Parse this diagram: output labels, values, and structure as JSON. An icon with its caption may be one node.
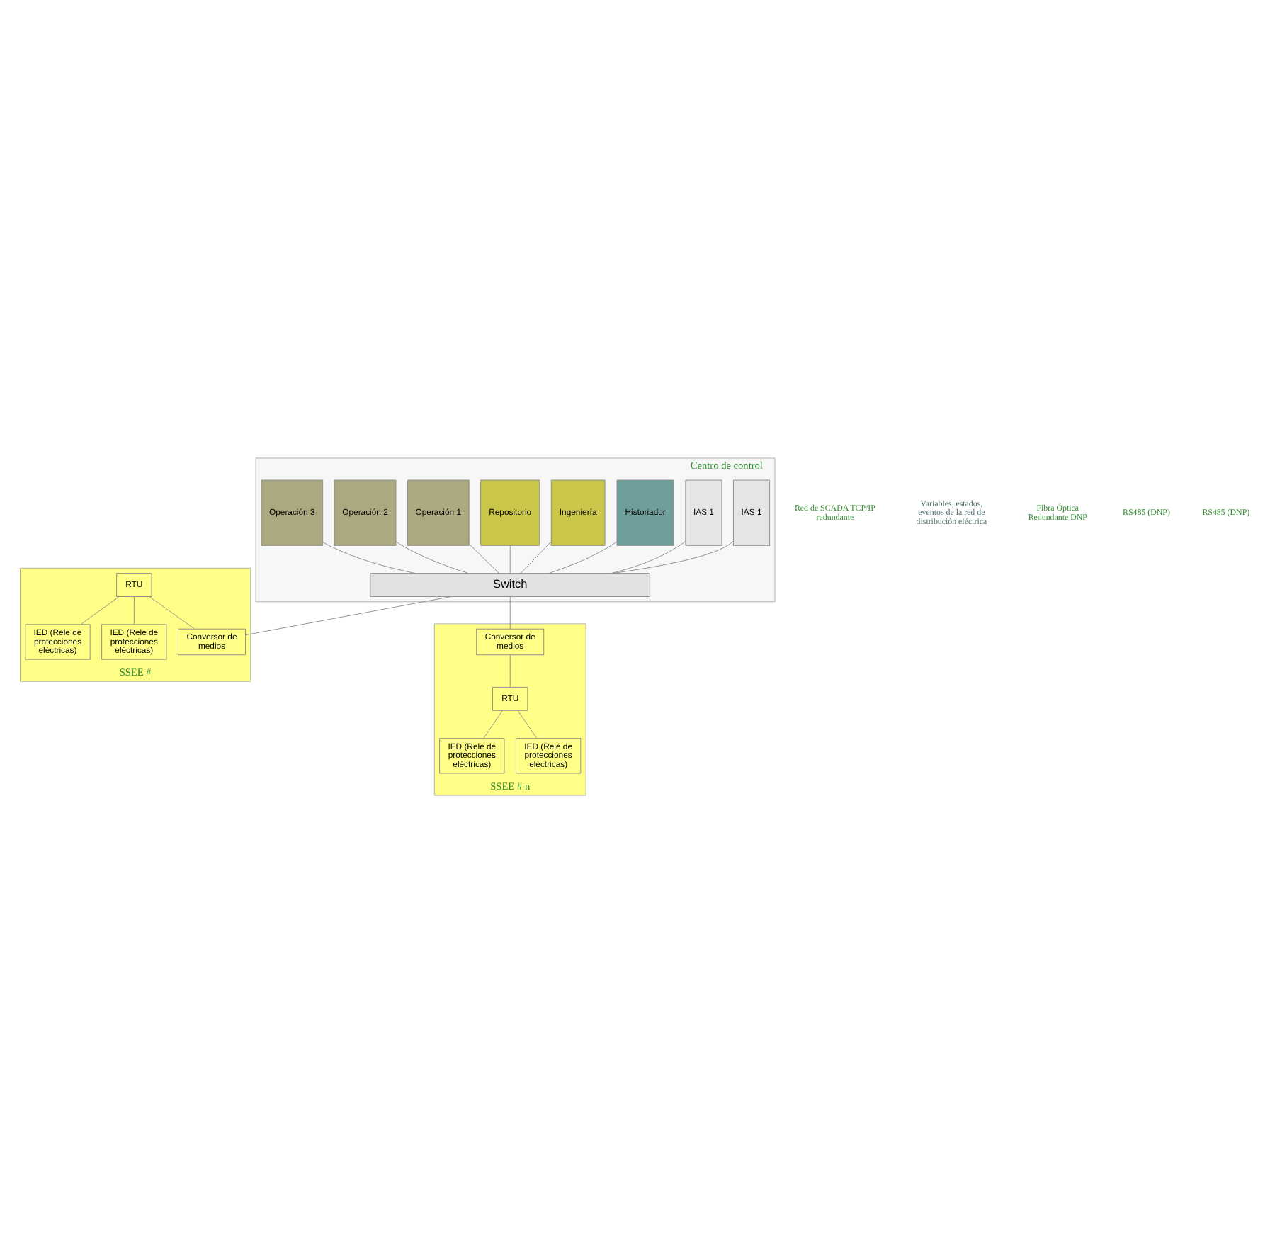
{
  "diagram": {
    "nodes": [
      {
        "text": [
          "Centro de control"
        ]
      },
      {
        "text": [
          "IAS 1"
        ],
        "in": 0
      },
      {
        "text": [
          "IAS 1"
        ],
        "in": 0
      },
      {
        "text": [
          "Historiador"
        ],
        "in": 0
      },
      {
        "text": [
          "Ingeniería"
        ],
        "in": 0
      },
      {
        "text": [
          "Repositorio"
        ],
        "in": 0
      },
      {
        "text": [
          "Operación 1"
        ],
        "in": 0
      },
      {
        "text": [
          "Operación 2"
        ],
        "in": 0
      },
      {
        "text": [
          "Operación 3"
        ],
        "in": 0
      },
      {
        "text": [
          "Switch"
        ],
        "in": 0
      },
      {
        "text": [
          "SSEE #"
        ]
      },
      {
        "text": [
          "RTU"
        ],
        "in": 10
      },
      {
        "text": [
          "Conversor de medios"
        ],
        "in": 10
      },
      {
        "text": [
          "IED (Rele de protecciones eléctricas)"
        ],
        "in": 10
      },
      {
        "text": [
          "IED (Rele de protecciones eléctricas)"
        ],
        "in": 10
      },
      {
        "text": [
          "SSEE # n"
        ]
      },
      {
        "text": [
          "Conversor de medios"
        ],
        "in": 15
      },
      {
        "text": [
          "RTU"
        ],
        "in": 15
      },
      {
        "text": [
          "IED (Rele de protecciones eléctricas)"
        ],
        "in": 15
      },
      {
        "text": [
          "IED (Rele de protecciones eléctricas)"
        ],
        "in": 15
      }
    ],
    "edges": [
      {
        "from": 1,
        "to": 9,
        "arrow": "none"
      },
      {
        "from": 2,
        "to": 9,
        "arrow": "none"
      },
      {
        "from": 3,
        "to": 9,
        "arrow": "none"
      },
      {
        "from": 4,
        "to": 9,
        "arrow": "none"
      },
      {
        "from": 5,
        "to": 9,
        "arrow": "none"
      },
      {
        "from": 6,
        "to": 9,
        "arrow": "none"
      },
      {
        "from": 7,
        "to": 9,
        "arrow": "none"
      },
      {
        "from": 8,
        "to": 9,
        "arrow": "none"
      },
      {
        "from": 9,
        "to": 12,
        "arrow": "none"
      },
      {
        "from": 9,
        "to": 16,
        "arrow": "none"
      },
      {
        "from": 11,
        "to": 12,
        "arrow": "none"
      },
      {
        "from": 11,
        "to": 13,
        "arrow": "none"
      },
      {
        "from": 11,
        "to": 14,
        "arrow": "none"
      },
      {
        "from": 16,
        "to": 17,
        "arrow": "none"
      },
      {
        "from": 17,
        "to": 18,
        "arrow": "none"
      },
      {
        "from": 17,
        "to": 19,
        "arrow": "none"
      }
    ],
    "labels": [
      "Red de SCADA TCP/IP redundante",
      "Variables, estados, eventos de la red de distribución eléctrica",
      "Fibra Óptica Redundante DNP",
      "RS485 (DNP)",
      "RS485 (DNP)"
    ]
  }
}
